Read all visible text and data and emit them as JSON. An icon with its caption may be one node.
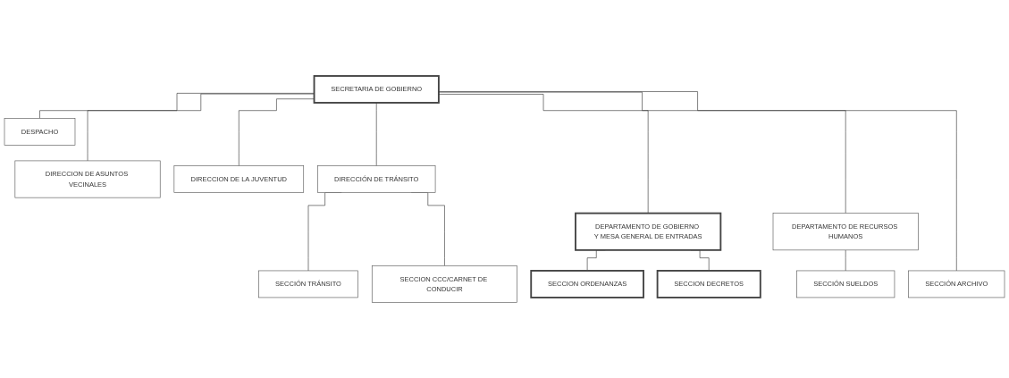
{
  "diagram": {
    "nodes": [
      {
        "text": [
          "SECRETARIA DE GOBIERNO"
        ]
      },
      {
        "text": [
          "DESPACHO"
        ]
      },
      {
        "text": [
          "DIRECCION DE ASUNTOS VECINALES"
        ]
      },
      {
        "text": [
          "DIRECCION DE LA JUVENTUD"
        ]
      },
      {
        "text": [
          "DIRECCIÓN DE TRÁNSITO"
        ]
      },
      {
        "text": [
          "DEPARTAMENTO DE GOBIERNO Y MESA GENERAL DE ENTRADAS"
        ]
      },
      {
        "text": [
          "DEPARTAMENTO DE RECURSOS HUMANOS"
        ]
      },
      {
        "text": [
          "SECCION ORDENANZAS"
        ]
      },
      {
        "text": [
          "SECCION DECRETOS"
        ]
      },
      {
        "text": [
          "SECCIÓN SUELDOS"
        ]
      },
      {
        "text": [
          "SECCIÓN ARCHIVO"
        ]
      },
      {
        "text": [
          "SECCIÓN TRÁNSITO"
        ]
      },
      {
        "text": [
          "SECCION CCC/CARNET DE CONDUCIR"
        ]
      }
    ],
    "edges": [
      {
        "from": 0,
        "to": 1,
        "arrow": "none"
      },
      {
        "from": 0,
        "to": 2,
        "arrow": "none"
      },
      {
        "from": 0,
        "to": 3,
        "arrow": "none"
      },
      {
        "from": 0,
        "to": 4,
        "arrow": "none"
      },
      {
        "from": 0,
        "to": 5,
        "arrow": "none"
      },
      {
        "from": 0,
        "to": 6,
        "arrow": "none"
      },
      {
        "from": 0,
        "to": 10,
        "arrow": "none"
      },
      {
        "from": 5,
        "to": 7,
        "arrow": "none"
      },
      {
        "from": 5,
        "to": 8,
        "arrow": "none"
      },
      {
        "from": 6,
        "to": 9,
        "arrow": "none"
      },
      {
        "from": 4,
        "to": 11,
        "arrow": "none"
      },
      {
        "from": 4,
        "to": 12,
        "arrow": "none"
      }
    ]
  }
}
